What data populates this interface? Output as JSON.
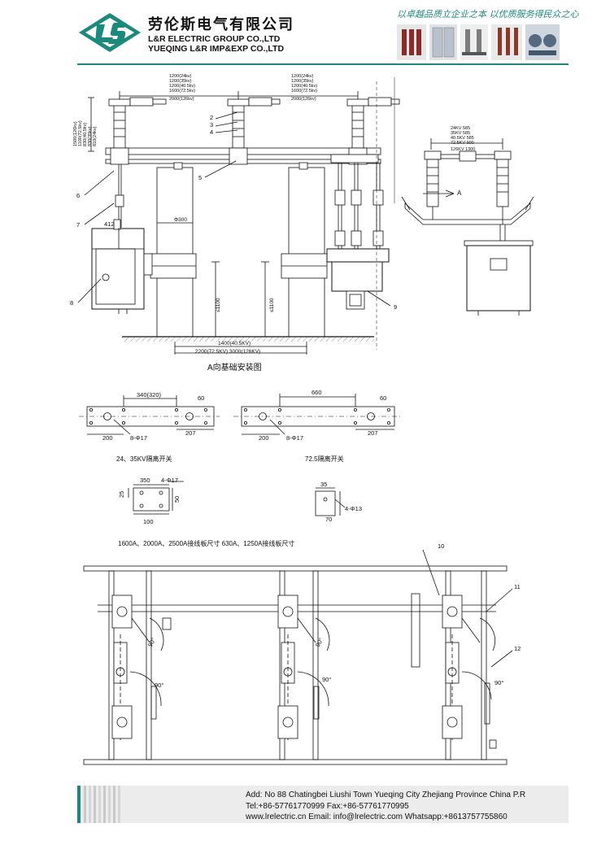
{
  "header": {
    "cn_name": "劳伦斯电气有限公司",
    "en_name_1": "L&R ELECTRIC GROUP CO.,LTD",
    "en_name_2": "YUEQING L&R IMP&EXP CO.,LTD",
    "slogan": "以卓越品质立企业之本  以优质服务得民众之心",
    "brand_color": "#1b8a7c"
  },
  "top_view": {
    "dims_left": [
      "1200(24kv)",
      "1200(35kv)",
      "1200(40.5kv)",
      "1600(72.5kv)",
      "2000(126kv)"
    ],
    "dims_right": [
      "1200(24kv)",
      "1200(35kv)",
      "1200(40.5kv)",
      "1600(72.5kv)",
      "2000(126kv)"
    ],
    "height_dims": [
      "1500(126kv)",
      "1100(72.5kv)",
      "830(40.5kv)",
      "830(35kv)",
      "810(24kv)"
    ],
    "part_numbers": [
      "2",
      "3",
      "4",
      "5",
      "6",
      "7",
      "8",
      "9"
    ],
    "dim_412": "412",
    "dim_300": "Φ300",
    "dim_1100_left": "≤1100",
    "dim_1100_right": "≤1100",
    "dim_base_1": "1400(40.5KV)",
    "dim_base_2": "2200(72.5KV)  3000(126KV)"
  },
  "side_view": {
    "dims": [
      "24KV 585",
      "35KV 585",
      "40.5KV 585",
      "72.5KV 900",
      "126KV 1300"
    ],
    "arrow_label": "A"
  },
  "foundation_title": "A向基础安装图",
  "plate_left": {
    "dim_top": "340(320)",
    "dim_60": "60",
    "dim_200": "200",
    "dim_holes": "8-Φ17",
    "dim_207": "207",
    "caption": "24、35KV隔离开关"
  },
  "plate_right": {
    "dim_top": "660",
    "dim_60": "60",
    "dim_200": "200",
    "dim_holes": "8-Φ17",
    "dim_207": "207",
    "caption": "72.5隔离开关"
  },
  "terminal_left": {
    "dim_350": "350",
    "dim_holes": "4-Φ17",
    "dim_25": "25",
    "dim_50": "50",
    "dim_100": "100"
  },
  "terminal_right": {
    "dim_35": "35",
    "dim_holes": "4-Φ13",
    "dim_70": "70"
  },
  "terminal_caption": "1600A、2000A、2500A接线板尺寸   630A、1250A接线板尺寸",
  "bottom_view": {
    "part_numbers": [
      "10",
      "11",
      "12"
    ],
    "angles": [
      "90°",
      "90°",
      "90°",
      "90°",
      "90°"
    ]
  },
  "footer": {
    "address": "Add: No 88 Chatingbei Liushi Town Yueqing City Zhejiang Province China P.R",
    "tel": "Tel:+86-57761770999  Fax:+86-57761770995",
    "web": "www.lrelectric.cn    Email: info@lrelectric.com   Whatsapp:+8613757755860"
  }
}
